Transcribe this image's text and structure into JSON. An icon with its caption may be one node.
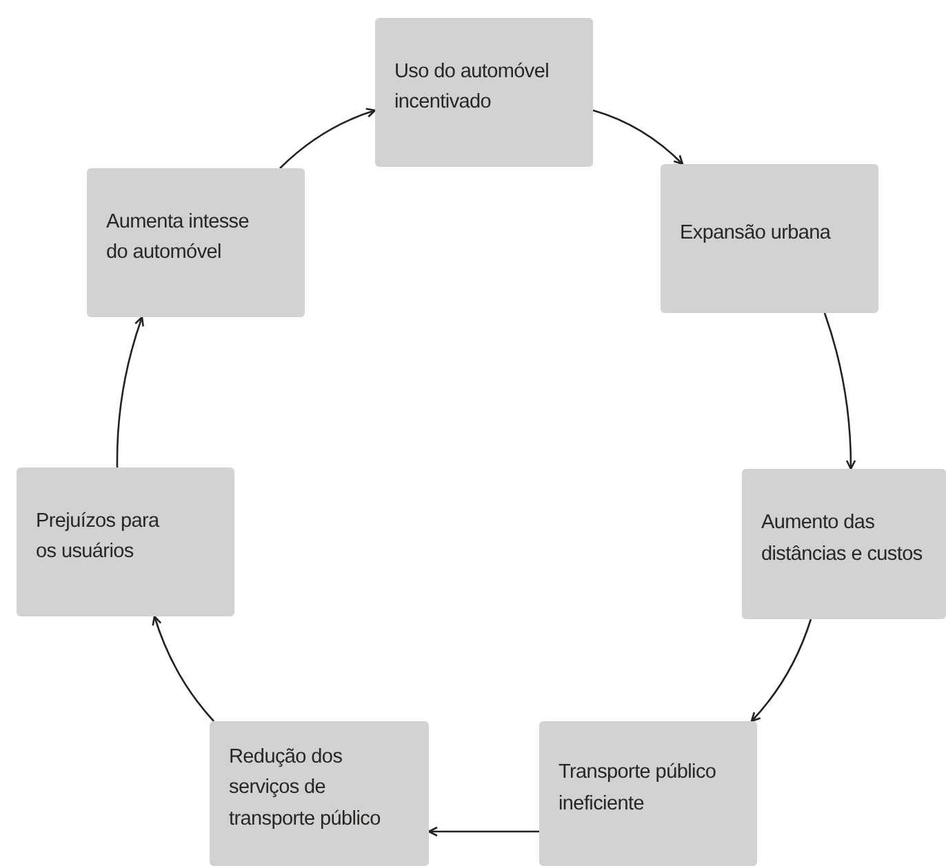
{
  "diagram": {
    "nodes": [
      {
        "text": [
          "Uso do automóvel incentivado"
        ]
      },
      {
        "text": [
          "Expansão urbana"
        ]
      },
      {
        "text": [
          "Aumento das distâncias e custos"
        ]
      },
      {
        "text": [
          "Transporte público ineficiente"
        ]
      },
      {
        "text": [
          "Redução dos serviços de transporte público"
        ]
      },
      {
        "text": [
          "Prejuízos para os usuários"
        ]
      },
      {
        "text": [
          "Aumenta intesse do automóvel"
        ]
      }
    ],
    "edges": [
      {
        "from": 0,
        "to": 1,
        "arrow": "to"
      },
      {
        "from": 1,
        "to": 2,
        "arrow": "to"
      },
      {
        "from": 2,
        "to": 3,
        "arrow": "to"
      },
      {
        "from": 3,
        "to": 4,
        "arrow": "to"
      },
      {
        "from": 4,
        "to": 5,
        "arrow": "to"
      },
      {
        "from": 5,
        "to": 6,
        "arrow": "to"
      },
      {
        "from": 6,
        "to": 0,
        "arrow": "to"
      }
    ]
  }
}
